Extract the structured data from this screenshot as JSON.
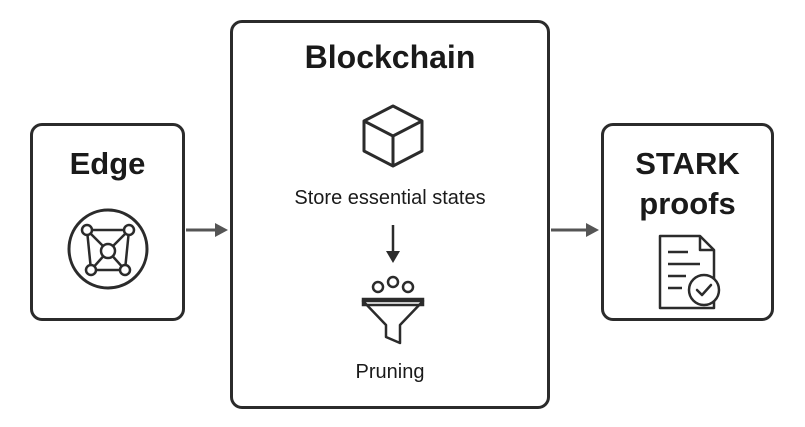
{
  "diagram": {
    "edge": {
      "title": "Edge",
      "icon": "network-node-icon"
    },
    "blockchain": {
      "title": "Blockchain",
      "store_label": "Store essential states",
      "pruning_label": "Pruning",
      "icons": [
        "cube-icon",
        "down-arrow",
        "funnel-icon"
      ]
    },
    "stark": {
      "title_line1": "STARK",
      "title_line2": "proofs",
      "icon": "document-check-icon"
    },
    "colors": {
      "stroke": "#2b2b2b",
      "arrow": "#555555",
      "background": "#ffffff"
    }
  }
}
